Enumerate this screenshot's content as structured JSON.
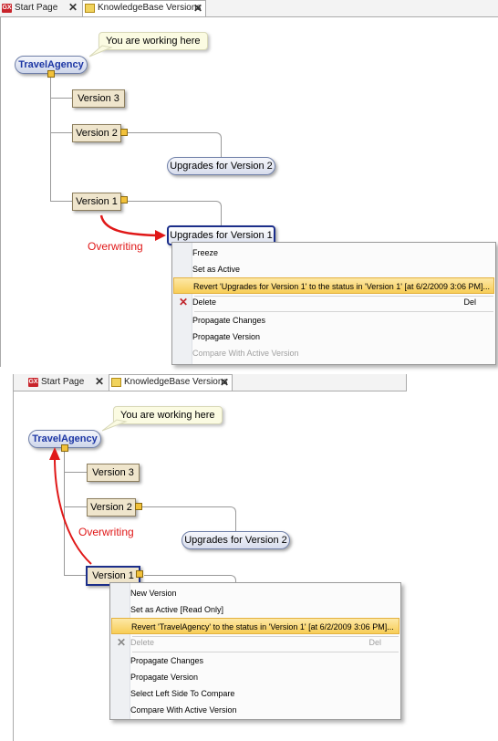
{
  "panel1": {
    "tabs": [
      {
        "label": "Start Page",
        "icon": "gx-logo-icon"
      },
      {
        "label": "KnowledgeBase Versions",
        "icon": "kb-versions-icon"
      }
    ],
    "callout": "You are working here",
    "nodes": {
      "root": "TravelAgency",
      "v3": "Version 3",
      "v2": "Version 2",
      "upg2": "Upgrades for Version 2",
      "v1": "Version 1",
      "upg1": "Upgrades for Version 1"
    },
    "overwriting": "Overwriting",
    "menu": [
      {
        "label": "Freeze"
      },
      {
        "label": "Set as Active"
      },
      {
        "label": "Revert 'Upgrades for Version 1' to the status in 'Version 1' [at 6/2/2009 3:06 PM]...",
        "highlighted": true
      },
      {
        "label": "Delete",
        "shortcut": "Del",
        "icon": "red-x-icon"
      },
      {
        "label": "Propagate Changes"
      },
      {
        "label": "Propagate Version"
      },
      {
        "label": "Compare With Active Version",
        "disabled": true
      }
    ]
  },
  "panel2": {
    "tabs": [
      {
        "label": "Start Page",
        "icon": "gx-logo-icon"
      },
      {
        "label": "KnowledgeBase Versions",
        "icon": "kb-versions-icon"
      }
    ],
    "callout": "You are working here",
    "nodes": {
      "root": "TravelAgency",
      "v3": "Version 3",
      "v2": "Version 2",
      "upg2": "Upgrades for Version 2",
      "v1": "Version 1"
    },
    "overwriting": "Overwriting",
    "menu": [
      {
        "label": "New Version"
      },
      {
        "label": "Set as Active [Read Only]"
      },
      {
        "label": "Revert 'TravelAgency' to the status in 'Version 1' [at 6/2/2009 3:06 PM]...",
        "highlighted": true
      },
      {
        "label": "Delete",
        "shortcut": "Del",
        "icon": "gray-x-icon",
        "disabled": true
      },
      {
        "label": "Propagate Changes"
      },
      {
        "label": "Propagate Version"
      },
      {
        "label": "Select Left Side To Compare"
      },
      {
        "label": "Compare With Active Version"
      }
    ]
  },
  "colors": {
    "accent_red": "#e01818",
    "selection_border": "#1b2e8a",
    "menu_highlight": "#f7cd57"
  }
}
